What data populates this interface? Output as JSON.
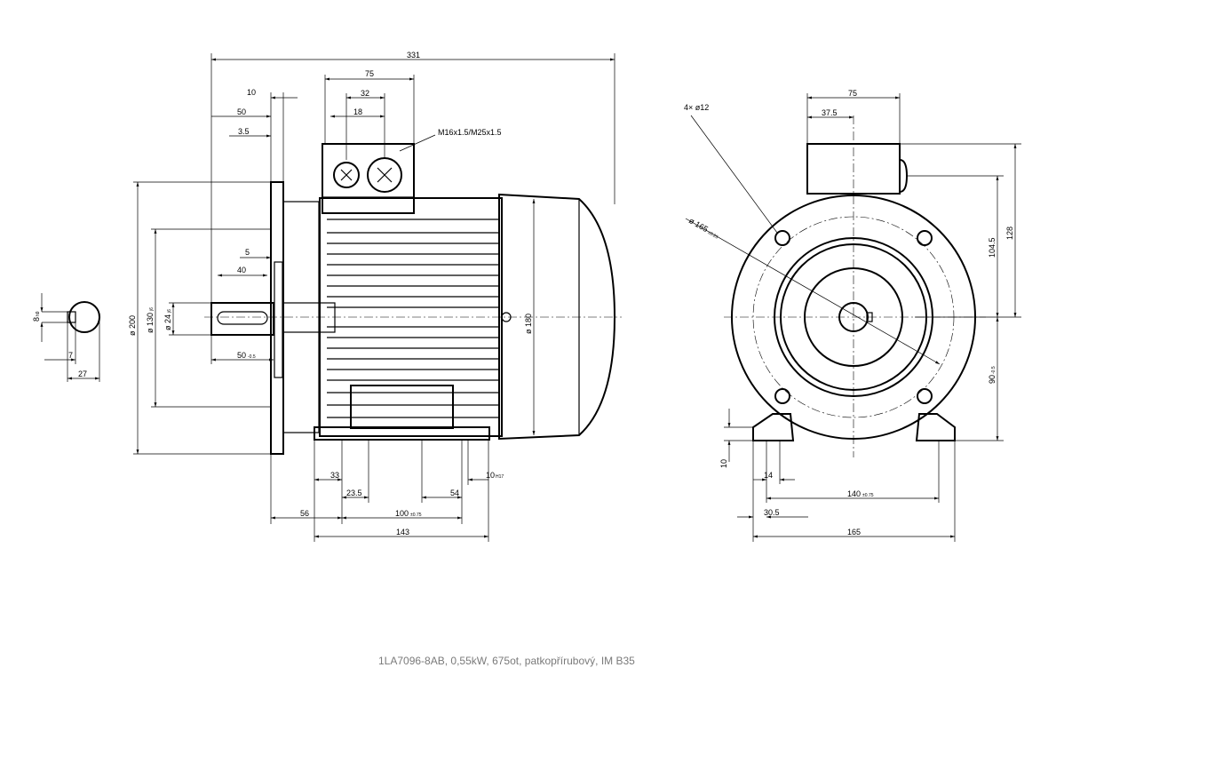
{
  "caption": "1LA7096-8AB,  0,55kW, 675ot, patkopřírubový, IM B35",
  "side_view": {
    "overall_length": "331",
    "terminal_box_width": "75",
    "gland_spacing": "32",
    "gland_offset": "18",
    "gland_thread": "M16x1.5/M25x1.5",
    "shaft_shoulder": "10",
    "shaft_length": "50",
    "flange_thickness": "3.5",
    "spigot": "5",
    "key_length": "40",
    "shaft_end": "50",
    "shaft_end_tol": "-0.5",
    "flange_dia": "ø 200",
    "spigot_dia": "ø 130",
    "spigot_tol": "j6",
    "shaft_dia": "ø 24",
    "shaft_tol": "j6",
    "frame_dia": "ø 180",
    "foot_b1": "33",
    "foot_b2": "23.5",
    "foot_b3": "54",
    "foot_hole": "10",
    "foot_hole_tol": "H17",
    "dim_56": "56",
    "dim_100": "100",
    "dim_100_tol": "±0.75",
    "dim_143": "143"
  },
  "key_section": {
    "key_width": "8",
    "key_width_tol": "h9",
    "key_depth": "7",
    "shaft_key_height": "27"
  },
  "front_view": {
    "box_width": "75",
    "box_half": "37.5",
    "bolt_holes": "4× ø12",
    "pcd": "ø 165",
    "pcd_tol": "±0.25",
    "height_total": "128",
    "height_axis": "104.5",
    "shaft_height": "90",
    "shaft_height_tol": "-0.5",
    "foot_thk": "10",
    "foot_slot": "14",
    "foot_span": "140",
    "foot_span_tol": "±0.75",
    "foot_edge": "30.5",
    "foot_width": "165"
  }
}
